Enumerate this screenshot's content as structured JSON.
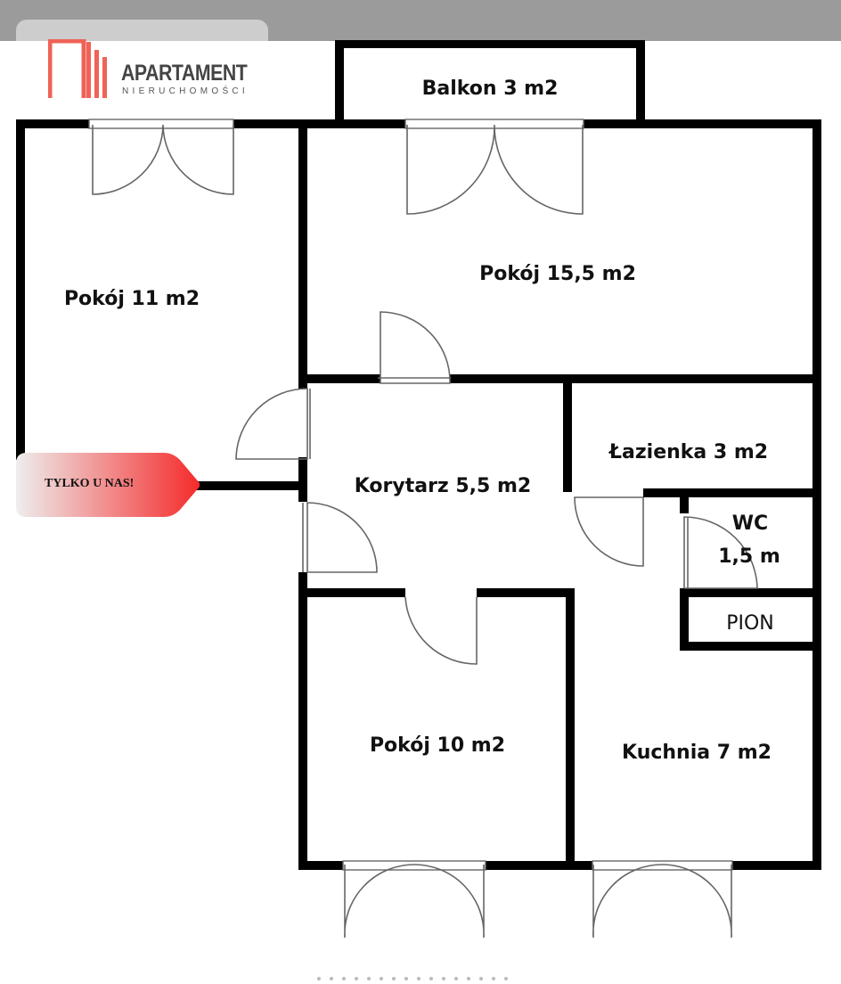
{
  "logo": {
    "title": "APARTAMENT",
    "subtitle": "NIERUCHOMOŚCI",
    "color": "#ef6357"
  },
  "badge": {
    "text": "TYLKO U NAS!",
    "gradient_from": "#eeeeee",
    "gradient_to": "#f52a2a"
  },
  "rooms": {
    "balkon": "Balkon 3 m2",
    "pokoj_11": "Pokój 11 m2",
    "pokoj_15": "Pokój 15,5 m2",
    "lazienka": "Łazienka 3 m2",
    "korytarz": "Korytarz 5,5 m2",
    "wc_line1": "WC",
    "wc_line2": "1,5 m",
    "pion": "PION",
    "pokoj_10": "Pokój 10 m2",
    "kuchnia": "Kuchnia 7 m2"
  },
  "pagination": {
    "dot_count": 16
  }
}
